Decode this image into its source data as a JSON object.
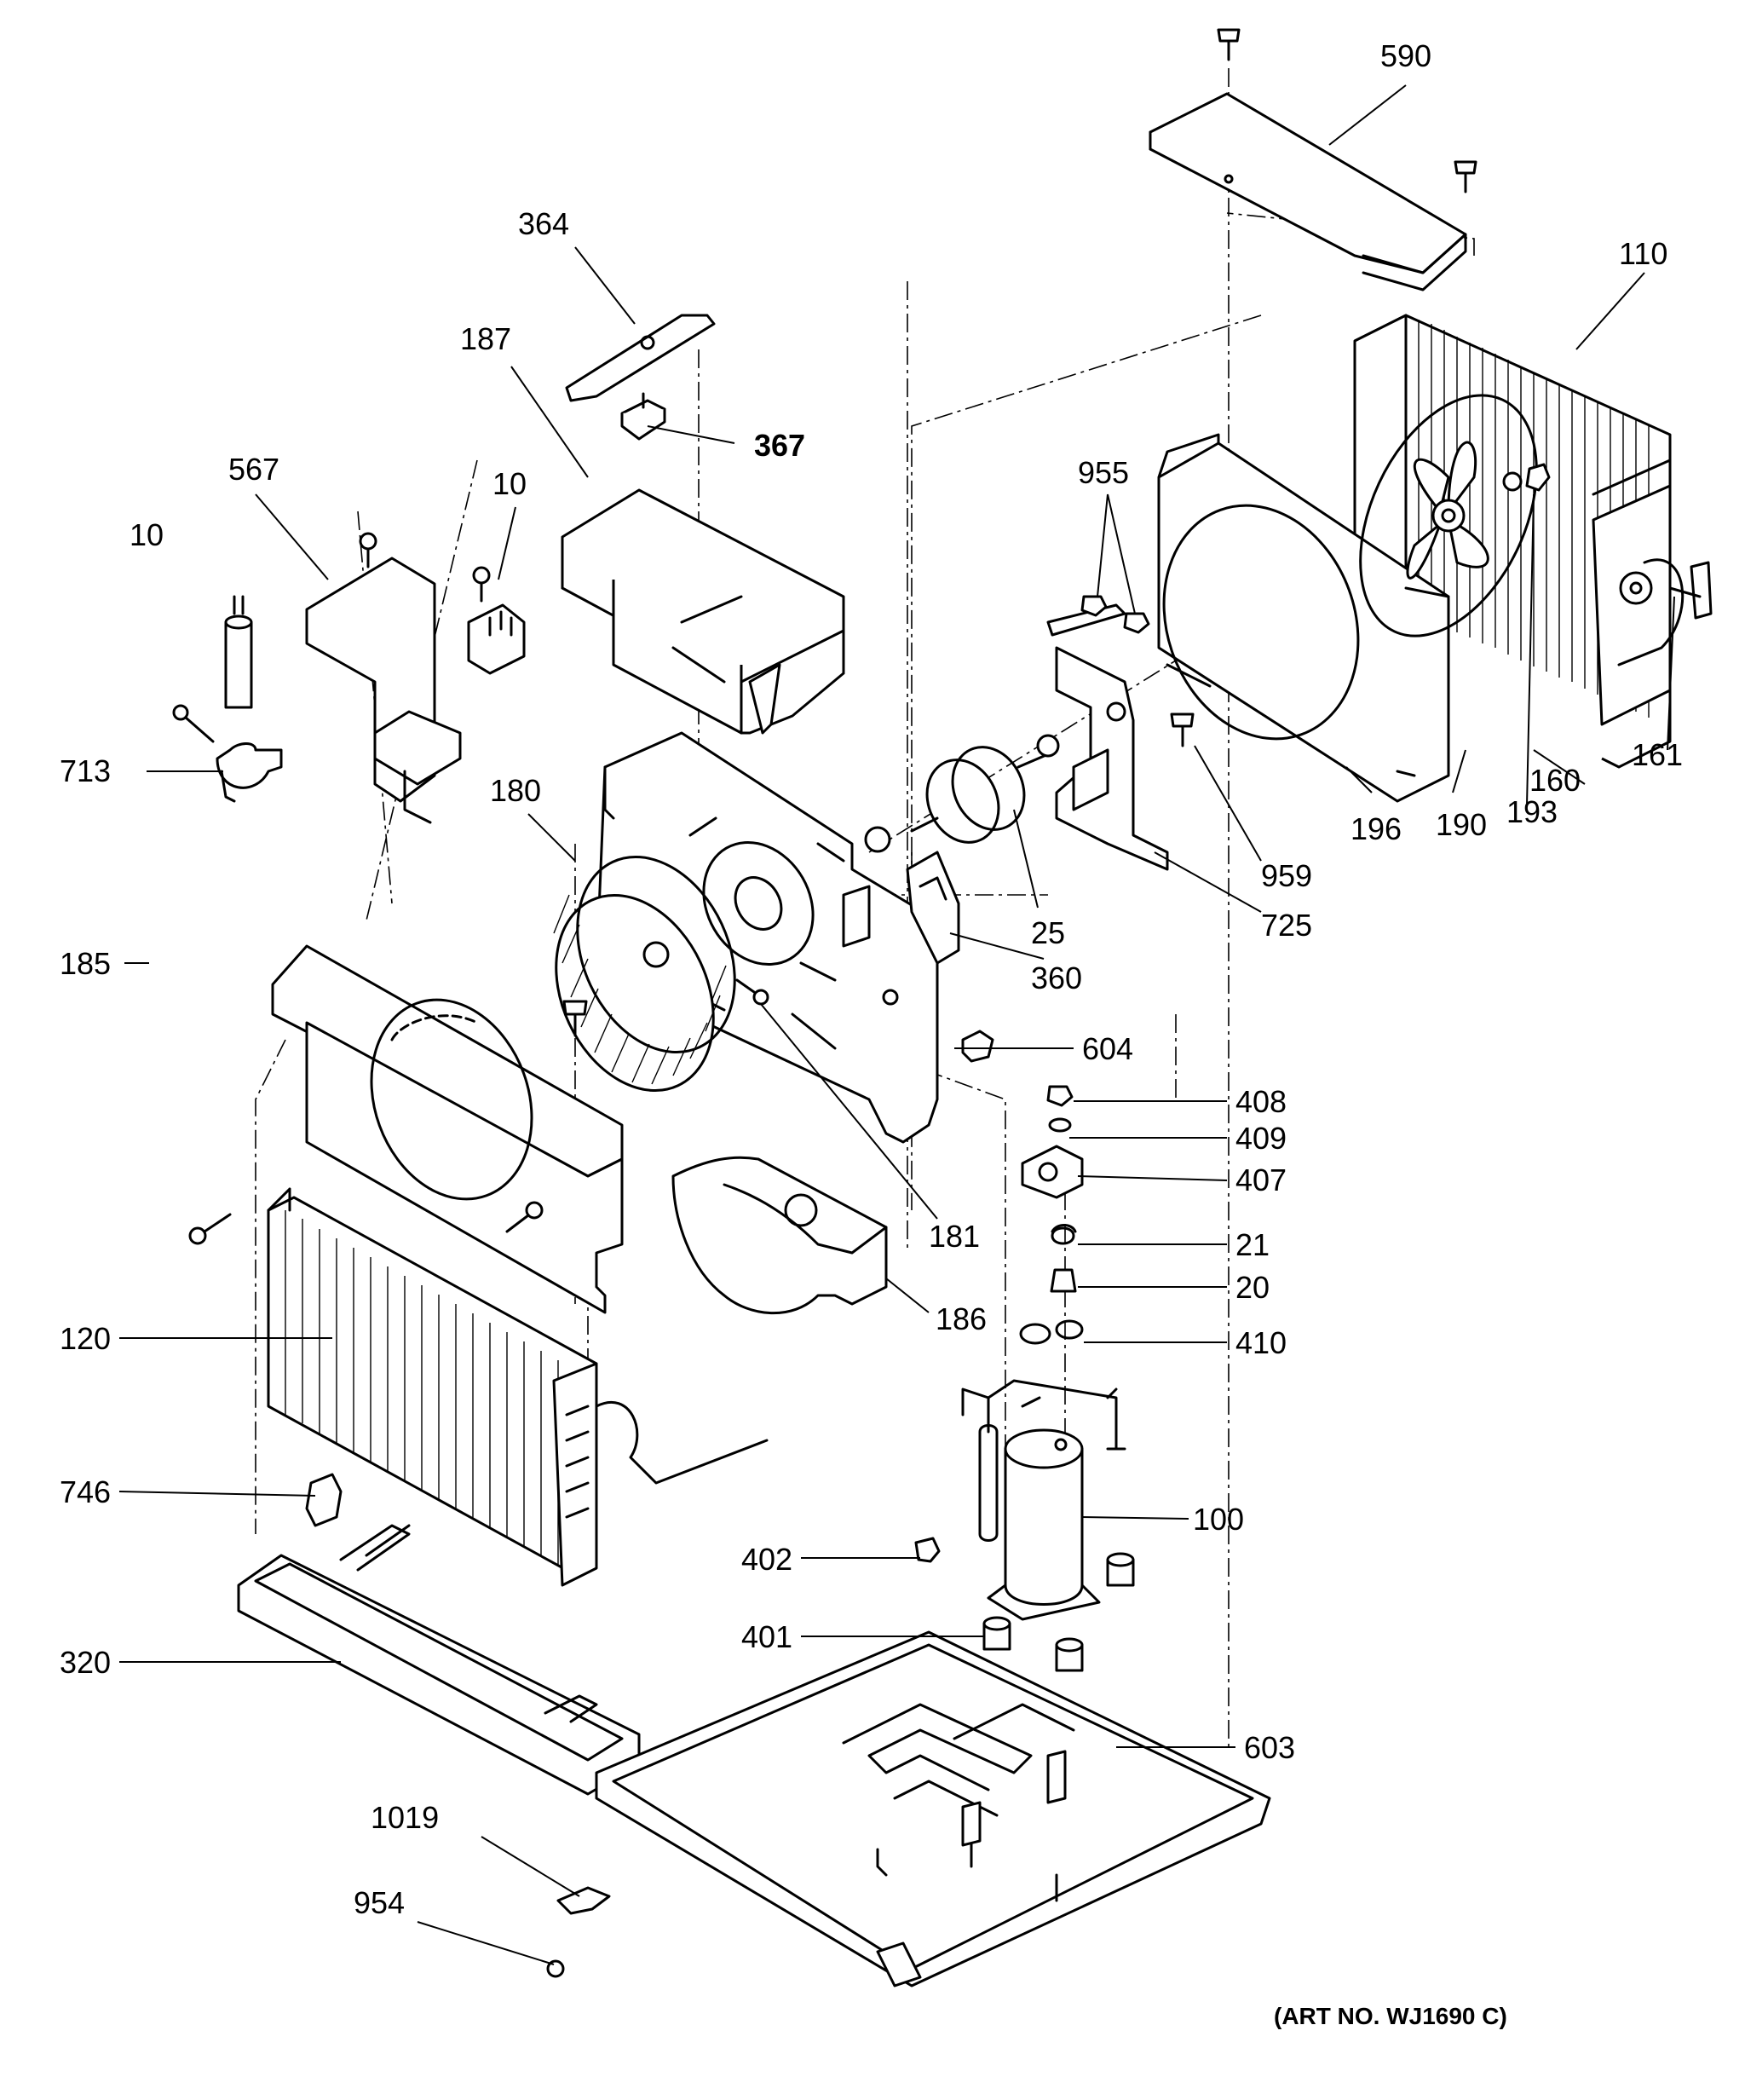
{
  "art_number": "(ART NO. WJ1690 C)",
  "callouts": [
    {
      "id": "c590",
      "text": "590"
    },
    {
      "id": "c110",
      "text": "110"
    },
    {
      "id": "c364",
      "text": "364"
    },
    {
      "id": "c187",
      "text": "187"
    },
    {
      "id": "c367",
      "text": "367"
    },
    {
      "id": "c567",
      "text": "567"
    },
    {
      "id": "c10a",
      "text": "10"
    },
    {
      "id": "c10b",
      "text": "10"
    },
    {
      "id": "c955",
      "text": "955"
    },
    {
      "id": "c713",
      "text": "713"
    },
    {
      "id": "c180",
      "text": "180"
    },
    {
      "id": "c196",
      "text": "196"
    },
    {
      "id": "c190",
      "text": "190"
    },
    {
      "id": "c193",
      "text": "193"
    },
    {
      "id": "c160",
      "text": "160"
    },
    {
      "id": "c161",
      "text": "161"
    },
    {
      "id": "c959",
      "text": "959"
    },
    {
      "id": "c25",
      "text": "25"
    },
    {
      "id": "c725",
      "text": "725"
    },
    {
      "id": "c360",
      "text": "360"
    },
    {
      "id": "c185",
      "text": "185"
    },
    {
      "id": "c604",
      "text": "604"
    },
    {
      "id": "c408",
      "text": "408"
    },
    {
      "id": "c409",
      "text": "409"
    },
    {
      "id": "c407",
      "text": "407"
    },
    {
      "id": "c181",
      "text": "181"
    },
    {
      "id": "c21",
      "text": "21"
    },
    {
      "id": "c20",
      "text": "20"
    },
    {
      "id": "c186",
      "text": "186"
    },
    {
      "id": "c410",
      "text": "410"
    },
    {
      "id": "c120",
      "text": "120"
    },
    {
      "id": "c746",
      "text": "746"
    },
    {
      "id": "c100",
      "text": "100"
    },
    {
      "id": "c402",
      "text": "402"
    },
    {
      "id": "c401",
      "text": "401"
    },
    {
      "id": "c320",
      "text": "320"
    },
    {
      "id": "c603",
      "text": "603"
    },
    {
      "id": "c1019",
      "text": "1019"
    },
    {
      "id": "c954",
      "text": "954"
    }
  ]
}
